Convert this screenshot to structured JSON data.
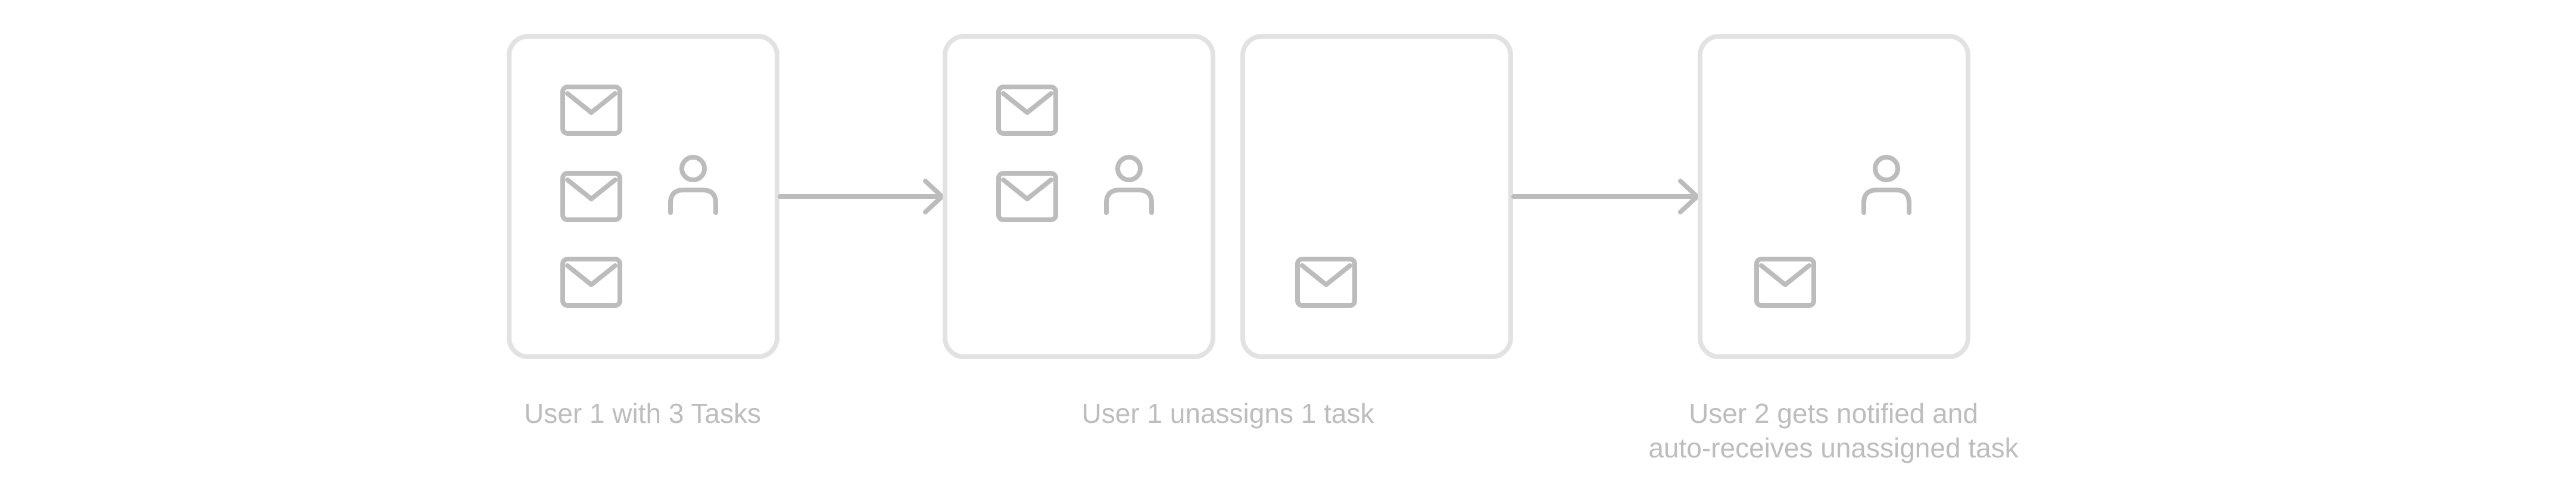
{
  "steps": [
    {
      "caption_lines": [
        "User 1 with 3 Tasks"
      ],
      "cards": [
        {
          "user_icon": "user-icon",
          "task_icon": "envelope-icon",
          "task_count": 3
        }
      ]
    },
    {
      "caption_lines": [
        "User 1 unassigns 1 task"
      ],
      "cards": [
        {
          "user_icon": "user-icon",
          "task_icon": "envelope-icon",
          "task_count": 2
        },
        {
          "user_icon": null,
          "task_icon": "envelope-icon",
          "task_count": 1
        }
      ]
    },
    {
      "caption_lines": [
        "User 2  gets notified and",
        "auto-receives unassigned task"
      ],
      "cards": [
        {
          "user_icon": "user-icon",
          "task_icon": "envelope-icon",
          "task_count": 1
        }
      ]
    }
  ],
  "connectors": [
    {
      "from": "step-1",
      "to": "step-2",
      "icon": "arrow-right-icon"
    },
    {
      "from": "step-2",
      "to": "step-3",
      "icon": "arrow-right-icon"
    }
  ],
  "colors": {
    "card_border": "#e2e2e2",
    "icon": "#bcbcbc",
    "caption": "#bdbdbd",
    "background": "#ffffff"
  }
}
